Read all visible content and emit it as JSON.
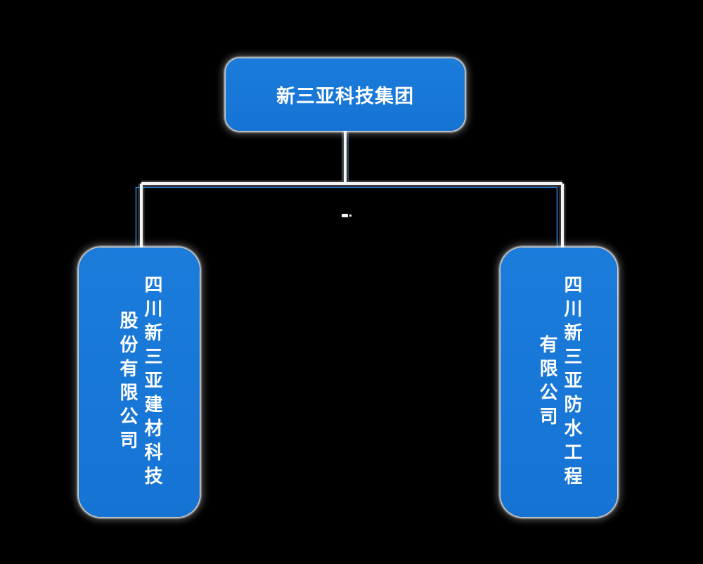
{
  "diagram": {
    "type": "org-chart",
    "background_color": "#000000",
    "node_fill_color": "#1677d8",
    "node_text_color": "#ffffff",
    "connector_white_color": "#ffffff",
    "connector_blue_color": "#2b82d9",
    "root": {
      "label": "新三亚科技集团"
    },
    "children": [
      {
        "label": "四川新三亚建材科技股份有限公司",
        "lines": [
          "四川新三亚建材科技",
          "股份有限公司"
        ]
      },
      {
        "label": "四川新三亚防水工程有限公司",
        "lines": [
          "四川新三亚防水工程",
          "有限公司"
        ]
      }
    ]
  }
}
